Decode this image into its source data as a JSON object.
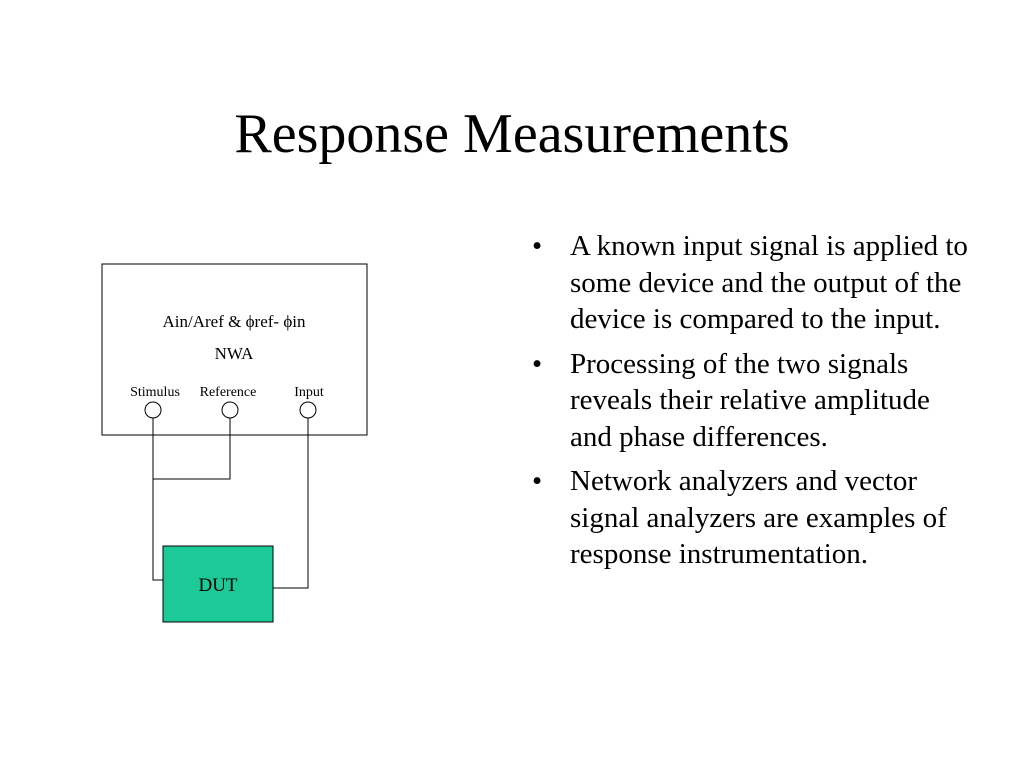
{
  "slide": {
    "title": "Response Measurements"
  },
  "diagram": {
    "instrument_lines": [
      "Ain/Aref & ϕref- ϕin",
      "NWA"
    ],
    "ports": [
      "Stimulus",
      "Reference",
      "Input"
    ],
    "device_label": "DUT",
    "colors": {
      "device_fill": "#1dc997",
      "stroke": "#000000"
    }
  },
  "bullets": [
    {
      "marker": "•",
      "text": "A known input signal is applied to some device and the output of the device is compared to the input."
    },
    {
      "marker": "•",
      "text": "Processing of the two signals reveals their relative amplitude and phase differences."
    },
    {
      "marker": "•",
      "text": "Network analyzers and vector signal analyzers are examples of response instrumentation."
    }
  ]
}
